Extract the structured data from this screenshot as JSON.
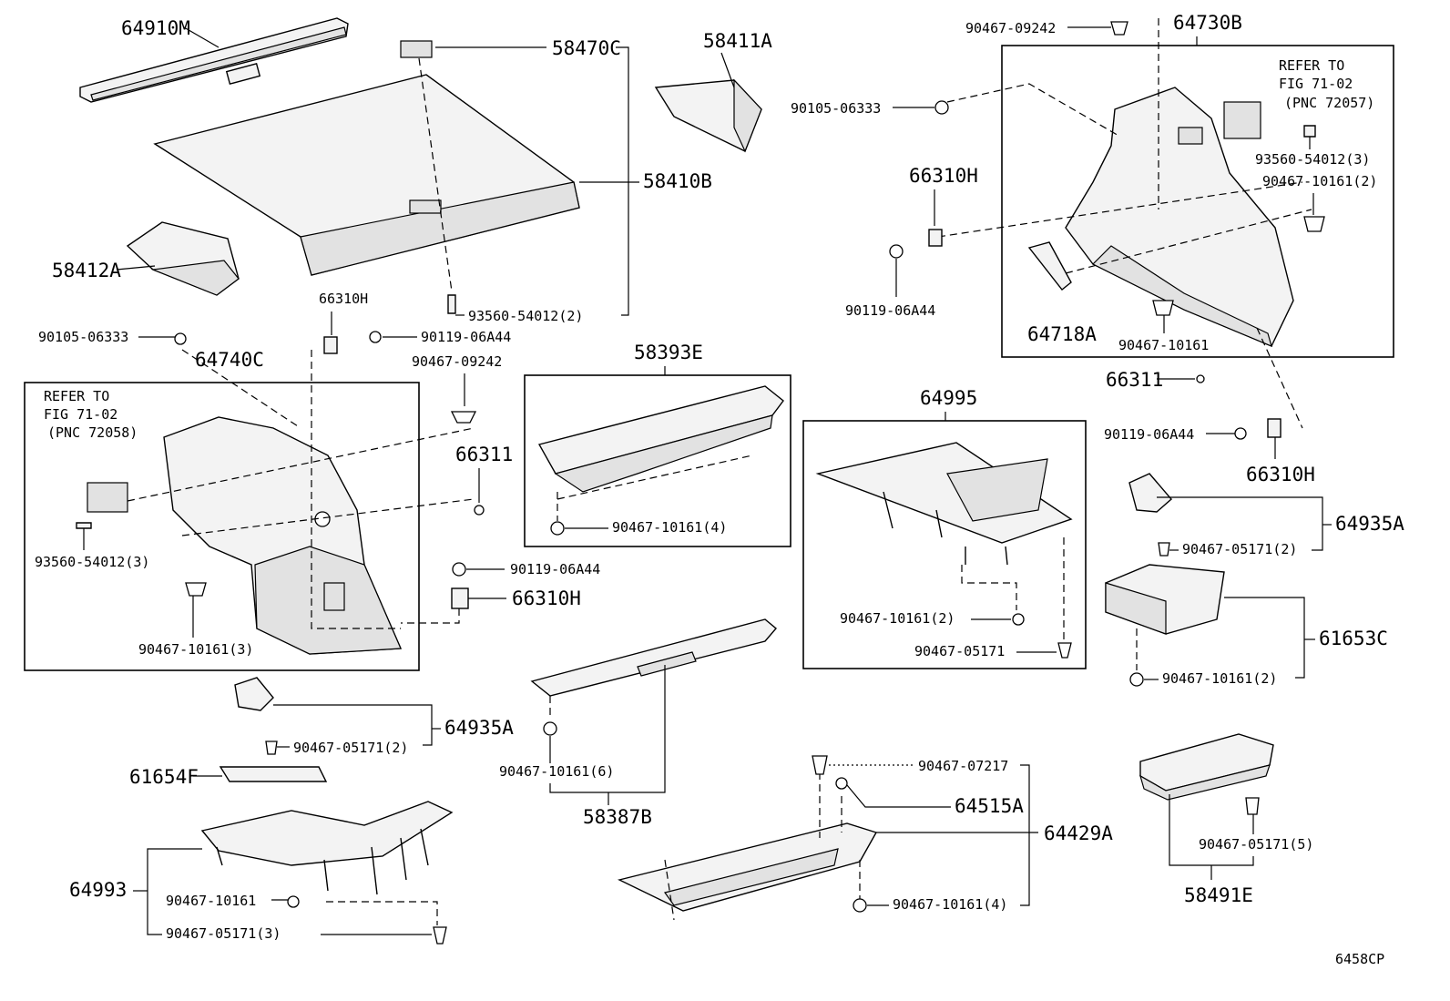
{
  "figure_code": "6458CP",
  "refer_right": {
    "l1": "REFER TO",
    "l2": "FIG 71-02",
    "l3": "(PNC 72057)"
  },
  "refer_left": {
    "l1": "REFER TO",
    "l2": "FIG 71-02",
    "l3": "(PNC 72058)"
  },
  "labels": {
    "p64910M": "64910M",
    "p58470C": "58470C",
    "p58411A": "58411A",
    "p58410B": "58410B",
    "p58412A": "58412A",
    "p93560_54012_2": "93560-54012(2)",
    "p66310H_a": "66310H",
    "p90105_06333_a": "90105-06333",
    "p90119_06A44_a": "90119-06A44",
    "p64740C": "64740C",
    "p90467_09242_a": "90467-09242",
    "p66311_a": "66311",
    "p93560_54012_3_a": "93560-54012(3)",
    "p90119_06A44_b": "90119-06A44",
    "p66310H_b": "66310H",
    "p90467_10161_3": "90467-10161(3)",
    "p58393E": "58393E",
    "p90467_10161_4_a": "90467-10161(4)",
    "p90467_09242_b": "90467-09242",
    "p64730B": "64730B",
    "p90105_06333_b": "90105-06333",
    "p66310H_c": "66310H",
    "p90119_06A44_c": "90119-06A44",
    "p93560_54012_3_b": "93560-54012(3)",
    "p90467_10161_2_a": "90467-10161(2)",
    "p64718A": "64718A",
    "p90467_10161_a": "90467-10161",
    "p66311_b": "66311",
    "p90119_06A44_d": "90119-06A44",
    "p66310H_d": "66310H",
    "p64995": "64995",
    "p90467_10161_2_b": "90467-10161(2)",
    "p90467_05171_a": "90467-05171",
    "p64935A_a": "64935A",
    "p90467_05171_2_a": "90467-05171(2)",
    "p61653C": "61653C",
    "p90467_10161_2_c": "90467-10161(2)",
    "p64935A_b": "64935A",
    "p90467_05171_2_b": "90467-05171(2)",
    "p61654F": "61654F",
    "p64993": "64993",
    "p90467_10161_b": "90467-10161",
    "p90467_05171_3": "90467-05171(3)",
    "p90467_10161_6": "90467-10161(6)",
    "p58387B": "58387B",
    "p90467_07217": "90467-07217",
    "p64515A": "64515A",
    "p64429A": "64429A",
    "p90467_10161_4_b": "90467-10161(4)",
    "p90467_05171_5": "90467-05171(5)",
    "p58491E": "58491E"
  }
}
